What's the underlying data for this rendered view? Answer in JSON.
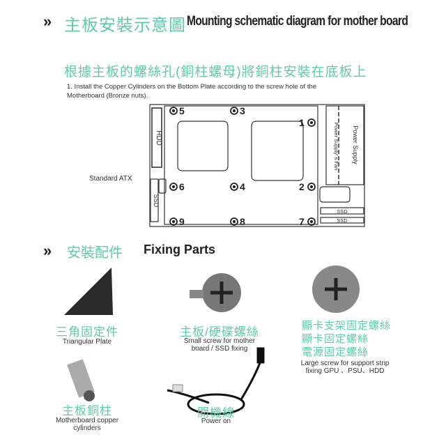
{
  "header": {
    "chevron": "»",
    "title_cn": "主板安裝示意圖",
    "title_en": "Mounting schematic diagram for mother board"
  },
  "instruction": {
    "title_cn": "根據主板的螺絲孔(銅柱螺母)將銅柱安裝在底板上",
    "text": "1. Install the Copper Cylinders on the Bottom Plate according to the screw hole of the Motherboard (Bronze nuts)."
  },
  "diagram": {
    "label": "Standard ATX",
    "hdd": "HDD",
    "ssd_left": "SSD",
    "psu": "Power Supply",
    "psu_fan": "Power Supply' s Fan",
    "ssd1": "SSD",
    "ssd2": "SSD",
    "holes": [
      "1",
      "2",
      "3",
      "4",
      "5",
      "6",
      "7",
      "8",
      "9"
    ]
  },
  "fixing": {
    "chevron": "»",
    "title_cn": "安裝配件",
    "title_en": "Fixing Parts"
  },
  "parts": [
    {
      "cn": "三角固定件",
      "en": "Triangular Plate"
    },
    {
      "cn": "主板/硬碟螺絲",
      "en": "Small screw for mother board / SSD fixing"
    },
    {
      "cn_lines": [
        "顯卡支架固定螺絲",
        "顯卡固定螺絲",
        "電源固定螺絲"
      ],
      "en": "Large screw for support strip fixing GPU 、PSU、HDD"
    },
    {
      "cn": "主板銅柱",
      "en": "Motherboard copper cylinders"
    },
    {
      "cn": "開機線",
      "en": "Power on"
    }
  ],
  "colors": {
    "accent": "#5fcca6"
  }
}
